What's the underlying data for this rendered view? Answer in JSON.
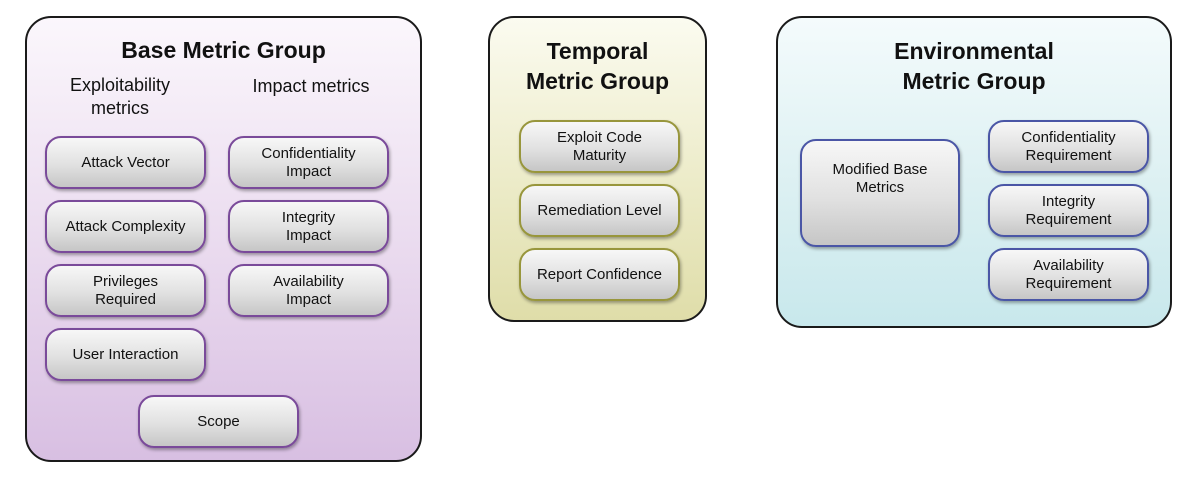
{
  "base_group": {
    "title": "Base Metric Group",
    "exploitability_heading": "Exploitability\nmetrics",
    "impact_heading": "Impact metrics",
    "exploitability_metrics": [
      "Attack Vector",
      "Attack Complexity",
      "Privileges\nRequired",
      "User Interaction"
    ],
    "impact_metrics": [
      "Confidentiality\nImpact",
      "Integrity\nImpact",
      "Availability\nImpact"
    ],
    "scope": "Scope"
  },
  "temporal_group": {
    "title": "Temporal\nMetric Group",
    "metrics": [
      "Exploit Code\nMaturity",
      "Remediation Level",
      "Report Confidence"
    ]
  },
  "environmental_group": {
    "title": "Environmental\nMetric Group",
    "modified_base": "Modified Base\nMetrics",
    "requirements": [
      "Confidentiality\nRequirement",
      "Integrity\nRequirement",
      "Availability\nRequirement"
    ]
  },
  "colors": {
    "base_fill": "#d8bfe2",
    "temporal_fill": "#dfdda9",
    "environmental_fill": "#c8e8ec",
    "base_border": "#7a4a9a",
    "temporal_border": "#98963c",
    "environmental_border": "#4a56a6"
  }
}
